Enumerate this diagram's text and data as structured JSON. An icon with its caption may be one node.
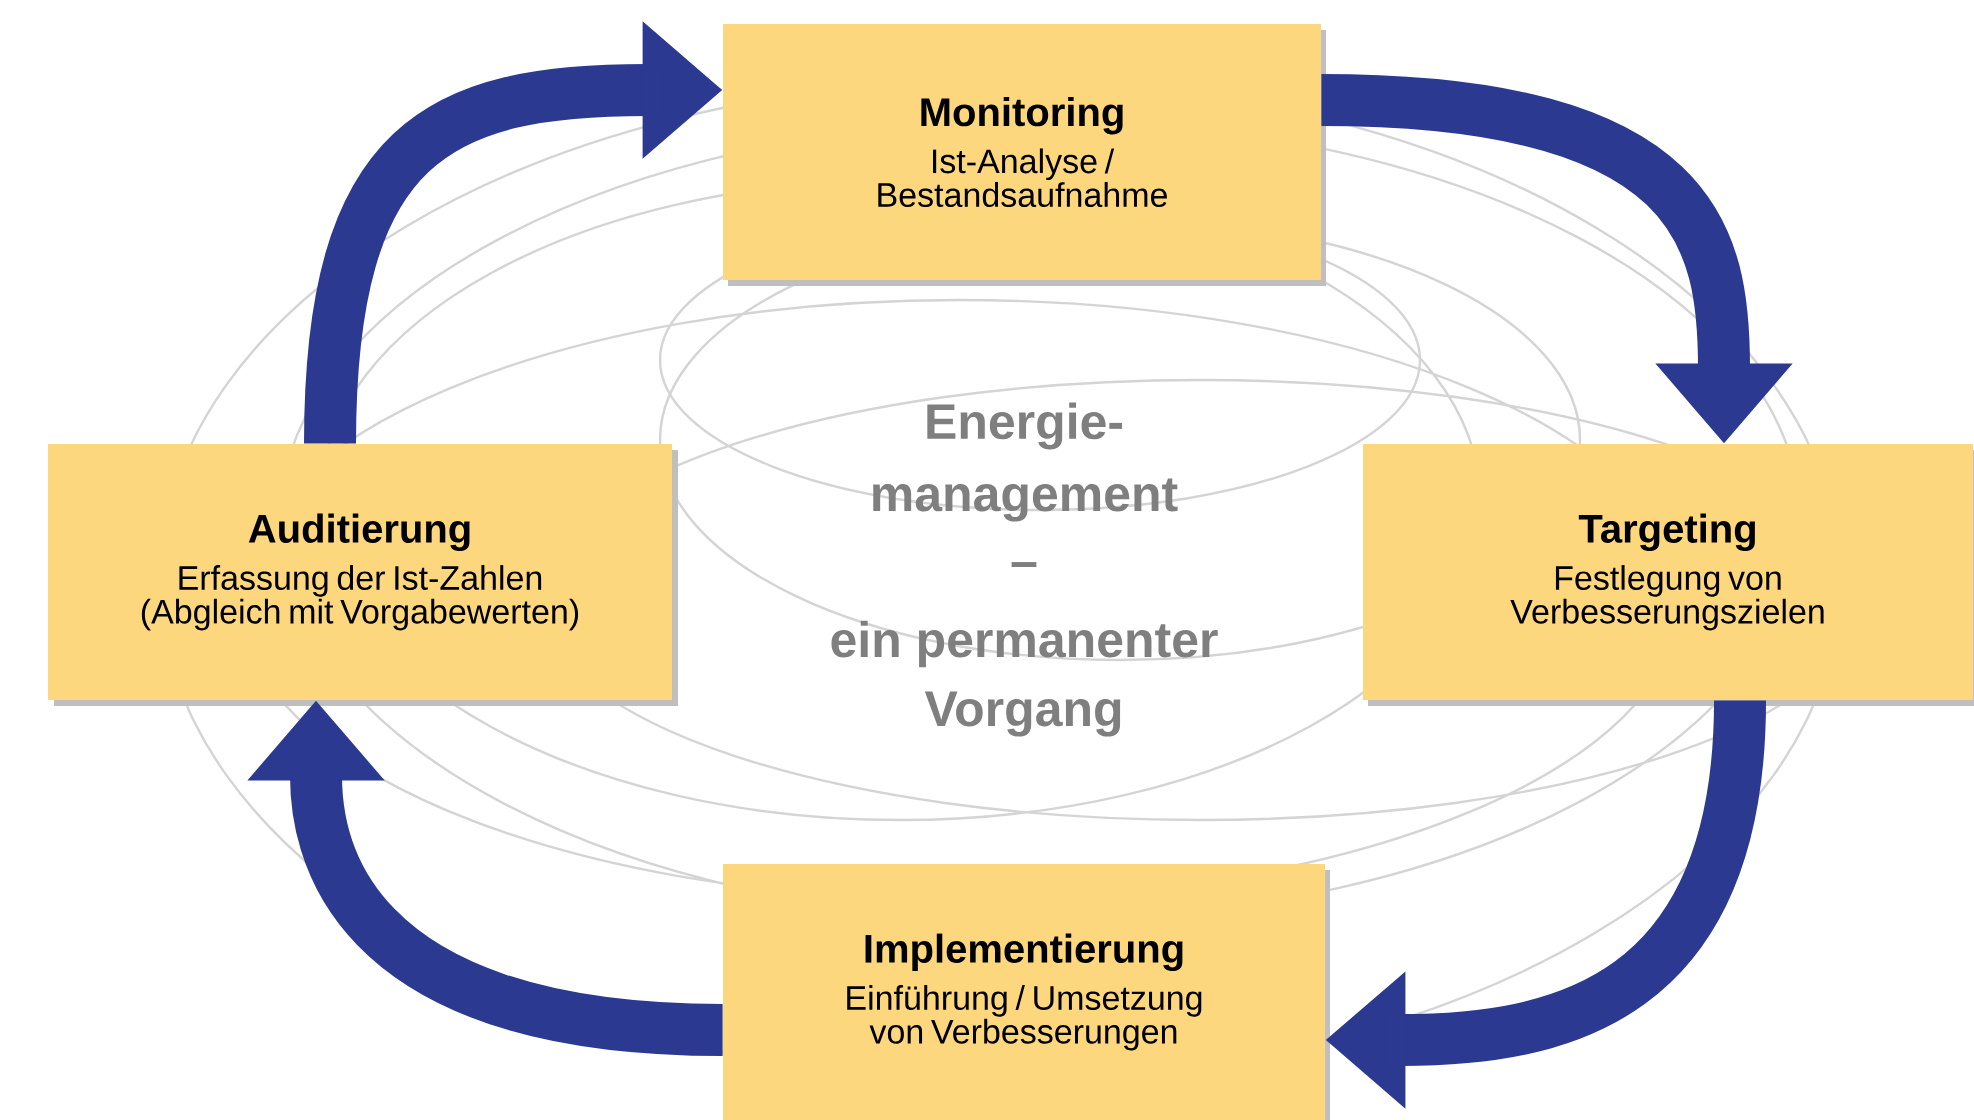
{
  "diagram": {
    "nodes": [
      {
        "text": [
          "Monitoring",
          "Ist-Analyse / Bestandsaufnahme"
        ]
      },
      {
        "text": [
          "Targeting",
          "Festlegung von Verbesserungszielen"
        ]
      },
      {
        "text": [
          "Implementierung",
          "Einführung / Umsetzung von Verbesserungen"
        ]
      },
      {
        "text": [
          "Auditierung",
          "Erfassung der Ist-Zahlen (Abgleich mit Vorgabewerten)"
        ]
      }
    ],
    "edges": [
      {
        "from": 3,
        "to": 0,
        "arrow": "to"
      },
      {
        "from": 0,
        "to": 1,
        "arrow": "to"
      },
      {
        "from": 1,
        "to": 2,
        "arrow": "to"
      },
      {
        "from": 2,
        "to": 3,
        "arrow": "to"
      }
    ],
    "labels": [
      "Energie-",
      "management",
      "–",
      "ein permanenter",
      "Vorgang"
    ]
  }
}
